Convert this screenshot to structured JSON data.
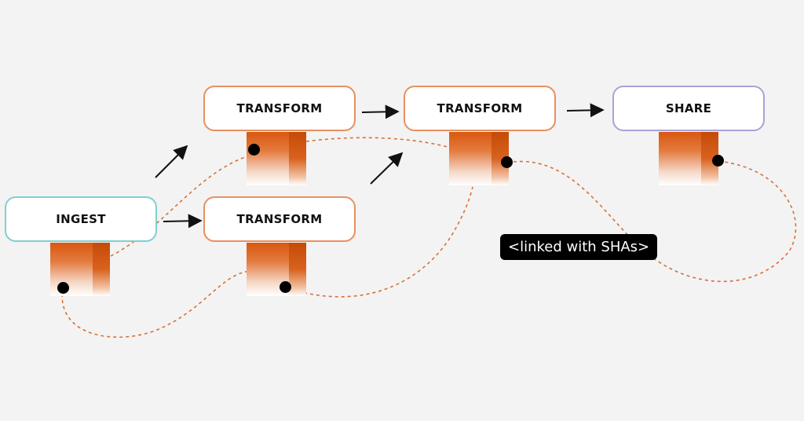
{
  "nodes": {
    "ingest": "INGEST",
    "transform_top": "TRANSFORM",
    "transform_bottom": "TRANSFORM",
    "transform_mid": "TRANSFORM",
    "share": "SHARE"
  },
  "annotation": "<linked with SHAs>",
  "colors": {
    "ingest_border": "#7fd0d0",
    "transform_border": "#e8905f",
    "share_border": "#a8a3d8",
    "tab_orange": "#d9580f",
    "link_dash": "#d9703a",
    "background": "#f3f3f3"
  }
}
